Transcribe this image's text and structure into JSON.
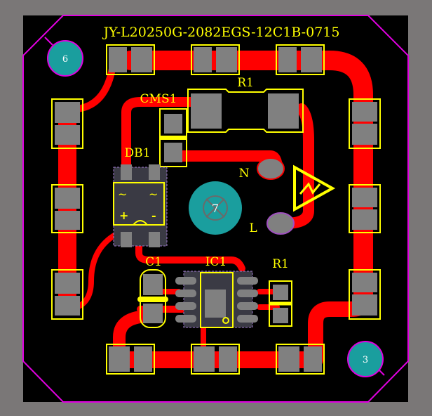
{
  "board": {
    "title": "JY-L20250G-2082EGS-12C1B-0715",
    "background": "#7a7777",
    "pcb_color": "#000000",
    "outline_color": "#e000e0",
    "trace_color": "#ff0000",
    "pad_color": "#808080",
    "silkscreen_color": "#ffff00"
  },
  "mounting_holes": [
    {
      "label": "6"
    },
    {
      "label": "3"
    },
    {
      "label": "7"
    }
  ],
  "designators": {
    "r1_top": "R1",
    "cms1": "CMS1",
    "db1": "DB1",
    "c1": "C1",
    "ic1": "IC1",
    "r1_right": "R1",
    "n": "N",
    "l": "L"
  },
  "bridge_marks": {
    "ac_left": "~",
    "ac_right": "~",
    "plus": "+",
    "minus": "-"
  }
}
